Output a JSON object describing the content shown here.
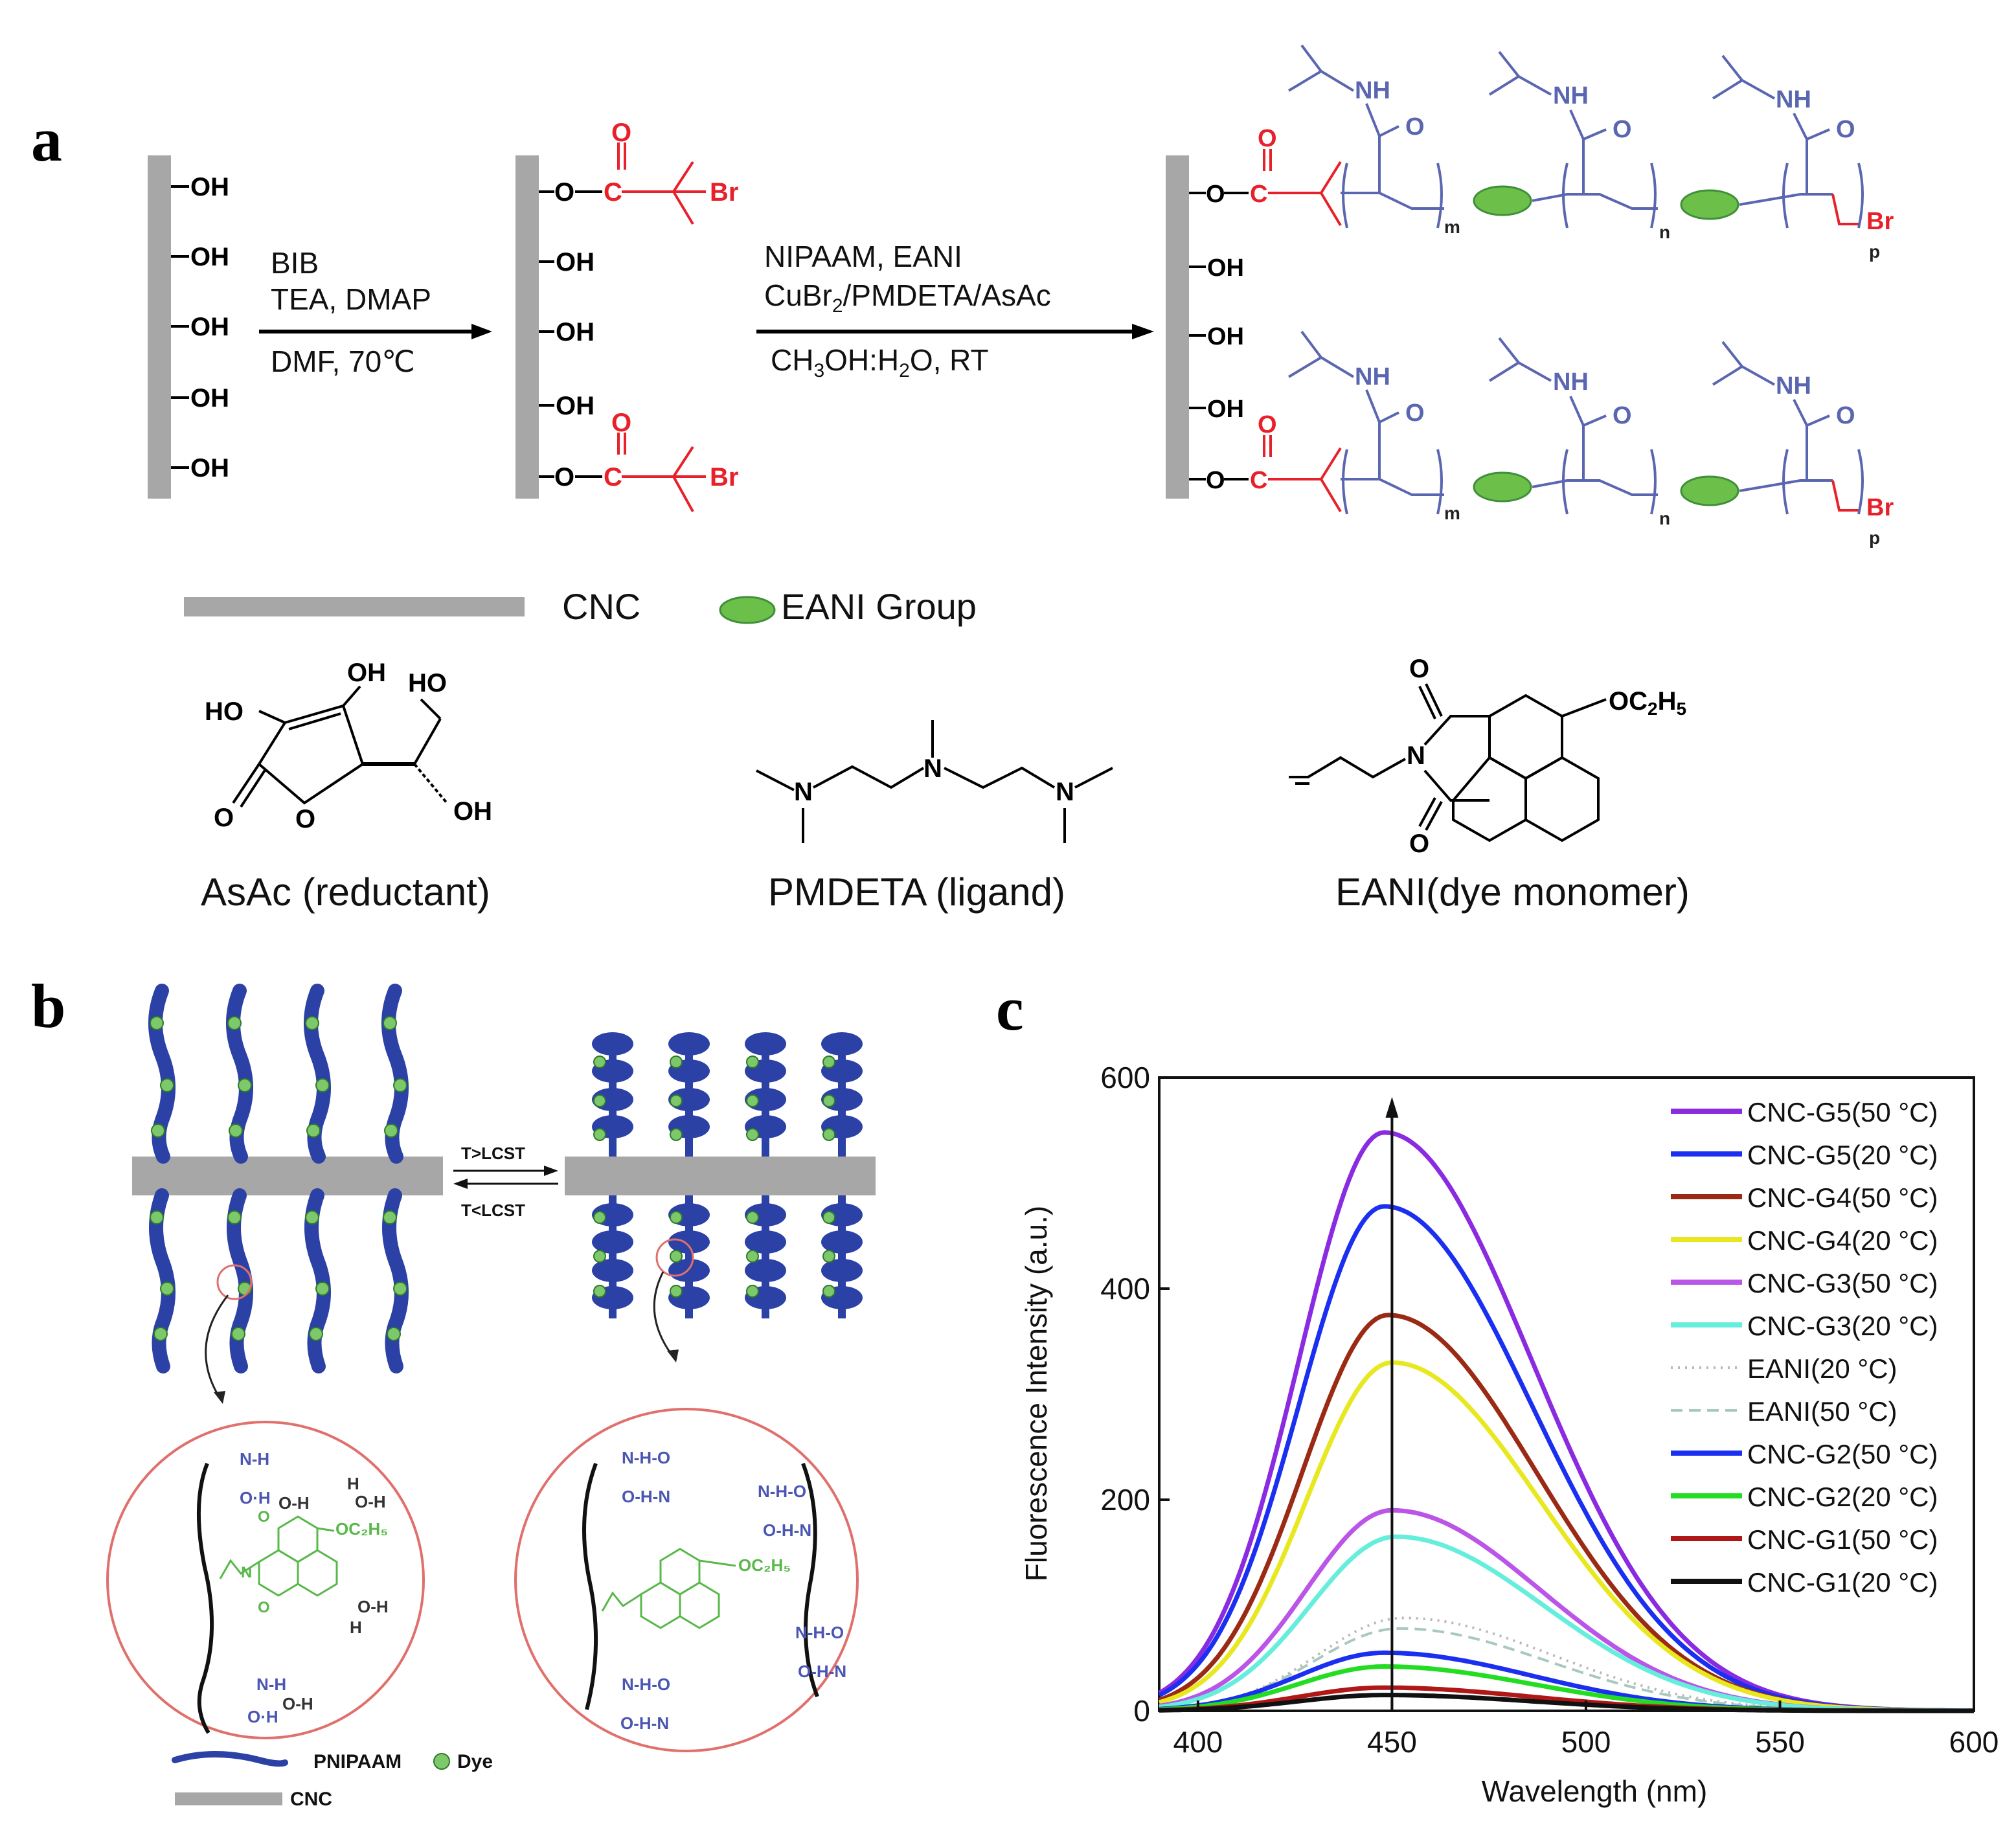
{
  "colors": {
    "cnc_bar": "#a7a7a7",
    "initiator": "#e8202a",
    "polymer": "#5a66b0",
    "eani_group": "#6cc04a",
    "pnipaam_chain": "#2c41a6",
    "dye_bead": "#7cc86a",
    "circle": "#e0706c",
    "dye_text": "#59b84a",
    "hbond_text": "#4a56b2"
  },
  "panel_a": {
    "label": "a",
    "step1": {
      "line1": "BIB",
      "line2": "TEA, DMAP",
      "line3": "DMF, 70℃"
    },
    "step2": {
      "line1": "NIPAAM, EANI",
      "line2_pre": "CuBr",
      "line2_sub": "2",
      "line2_post": "/PMDETA/AsAc",
      "line3_pre": "CH",
      "line3_sub1": "3",
      "line3_mid": "OH:H",
      "line3_sub2": "2",
      "line3_post": "O, RT"
    },
    "hydroxyl": "OH",
    "ester_o": "O",
    "bromine": "Br",
    "amide_nh": "NH",
    "carbonyl_o": "O",
    "sub_m": "m",
    "sub_n": "n",
    "sub_p": "p",
    "legend_cnc": "CNC",
    "legend_eani": "EANI Group",
    "asac_ho1": "HO",
    "asac_oh1": "OH",
    "asac_ho2": "HO",
    "asac_oh2": "OH",
    "asac_o1": "O",
    "asac_o2": "O",
    "asac_caption": "AsAc (reductant)",
    "pmdeta_n": "N",
    "pmdeta_caption": "PMDETA (ligand)",
    "eani_o": "O",
    "eani_n": "N",
    "eani_oet_pre": "OC",
    "eani_oet_sub1": "2",
    "eani_oet_mid": "H",
    "eani_oet_sub2": "5",
    "eani_caption": "EANI(dye monomer)"
  },
  "panel_b": {
    "label": "b",
    "arrow_forward": "T>LCST",
    "arrow_back": "T<LCST",
    "legend_pnipaam": "PNIPAAM",
    "legend_dye": "Dye",
    "legend_cnc": "CNC",
    "left_nh": "N-H",
    "left_oh1": "O-H",
    "left_ho": "O·H",
    "left_h1": "H",
    "left_h2": "H",
    "left_h3": "H",
    "left_oh2": "O-H",
    "left_oh3": "O-H",
    "left_ho2": "O·H",
    "left_oc2h5": "OC₂H₅",
    "right_hbond1": "N-H-O",
    "right_hbond2": "O-H-N",
    "right_oc2h5": "OC₂H₅"
  },
  "panel_c": {
    "label": "c",
    "ylabel": "Fluorescence Intensity (a.u.)",
    "xlabel": "Wavelength (nm)"
  },
  "chart_data": {
    "type": "line",
    "title": "",
    "xlabel": "Wavelength (nm)",
    "ylabel": "Fluorescence Intensity (a.u.)",
    "xlim": [
      390,
      600
    ],
    "ylim": [
      0,
      600
    ],
    "xticks": [
      400,
      450,
      500,
      550,
      600
    ],
    "yticks": [
      0,
      200,
      400,
      600
    ],
    "grid": false,
    "legend_position": "top-right",
    "annotation": "upward arrow at 450 nm",
    "series": [
      {
        "name": "CNC-G5(50 °C)",
        "color": "#8a2be2",
        "style": "solid",
        "peak_x": 448,
        "peak_y": 548
      },
      {
        "name": "CNC-G5(20 °C)",
        "color": "#1a2ff0",
        "style": "solid",
        "peak_x": 448,
        "peak_y": 478
      },
      {
        "name": "CNC-G4(50 °C)",
        "color": "#9b2a14",
        "style": "solid",
        "peak_x": 449,
        "peak_y": 375
      },
      {
        "name": "CNC-G4(20 °C)",
        "color": "#e8e820",
        "style": "solid",
        "peak_x": 450,
        "peak_y": 330
      },
      {
        "name": "CNC-G3(50 °C)",
        "color": "#bb55e8",
        "style": "solid",
        "peak_x": 450,
        "peak_y": 190
      },
      {
        "name": "CNC-G3(20 °C)",
        "color": "#66eedd",
        "style": "solid",
        "peak_x": 451,
        "peak_y": 165
      },
      {
        "name": "EANI(20 °C)",
        "color": "#b8b8b8",
        "style": "dotted",
        "peak_x": 453,
        "peak_y": 88
      },
      {
        "name": "EANI(50 °C)",
        "color": "#a8c8c0",
        "style": "dashed",
        "peak_x": 452,
        "peak_y": 78
      },
      {
        "name": "CNC-G2(50 °C)",
        "color": "#1a2ff0",
        "style": "solid",
        "peak_x": 448,
        "peak_y": 55
      },
      {
        "name": "CNC-G2(20 °C)",
        "color": "#22dd22",
        "style": "solid",
        "peak_x": 448,
        "peak_y": 42
      },
      {
        "name": "CNC-G1(50 °C)",
        "color": "#b01818",
        "style": "solid",
        "peak_x": 448,
        "peak_y": 22
      },
      {
        "name": "CNC-G1(20 °C)",
        "color": "#111111",
        "style": "solid",
        "peak_x": 448,
        "peak_y": 15
      }
    ]
  }
}
